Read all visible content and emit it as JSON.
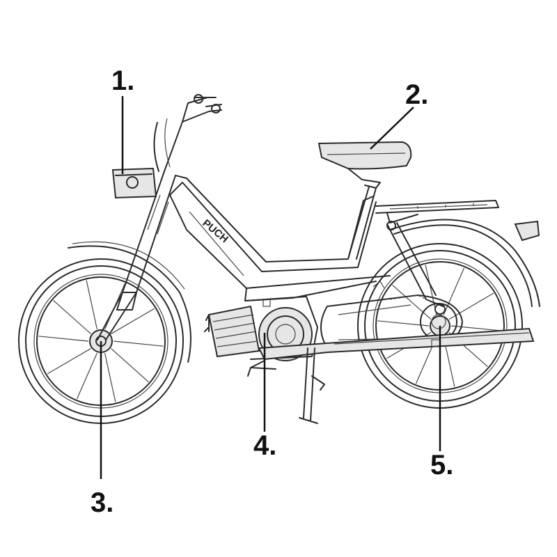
{
  "callouts": [
    {
      "id": "1",
      "label": "1."
    },
    {
      "id": "2",
      "label": "2."
    },
    {
      "id": "3",
      "label": "3."
    },
    {
      "id": "4",
      "label": "4."
    },
    {
      "id": "5",
      "label": "5."
    }
  ],
  "frame_lettering": "PUCH",
  "colors": {
    "line": "#111111",
    "background": "#ffffff"
  }
}
